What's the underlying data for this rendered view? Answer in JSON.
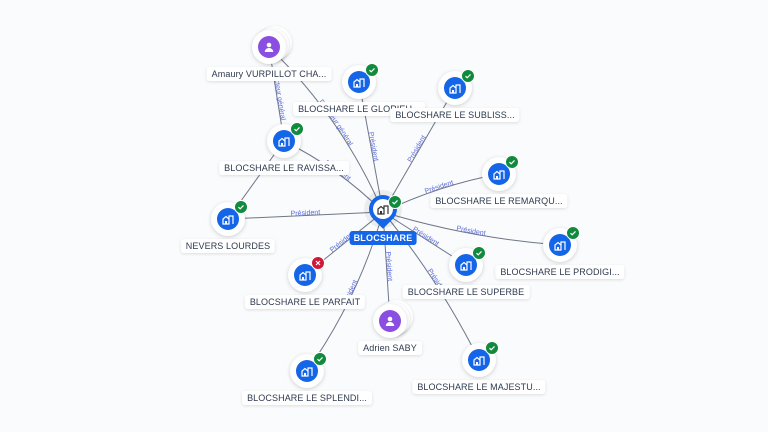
{
  "colors": {
    "company": "#1565e8",
    "person": "#8a4fe0",
    "status_ok": "#128a3e",
    "status_ko": "#d0183b",
    "edge": "#6f7688",
    "edge_label": "#5c6bd8"
  },
  "center": {
    "id": "c",
    "label": "BLOCSHARE",
    "type": "company",
    "icon": "building-icon",
    "status": "ok"
  },
  "nodes": [
    {
      "id": "amaury",
      "label": "Amaury VURPILLOT CHA...",
      "type": "person",
      "icon": "person-icon",
      "status": null
    },
    {
      "id": "glorieux",
      "label": "BLOCSHARE LE GLORIEU...",
      "type": "company",
      "icon": "building-icon",
      "status": "ok"
    },
    {
      "id": "sublis",
      "label": "BLOCSHARE LE SUBLISS...",
      "type": "company",
      "icon": "building-icon",
      "status": "ok"
    },
    {
      "id": "ravissa",
      "label": "BLOCSHARE LE RAVISSA...",
      "type": "company",
      "icon": "building-icon",
      "status": "ok"
    },
    {
      "id": "remarqu",
      "label": "BLOCSHARE LE REMARQU...",
      "type": "company",
      "icon": "building-icon",
      "status": "ok"
    },
    {
      "id": "nevers",
      "label": "NEVERS LOURDES",
      "type": "company",
      "icon": "building-icon",
      "status": "ok"
    },
    {
      "id": "prodigi",
      "label": "BLOCSHARE LE PRODIGI...",
      "type": "company",
      "icon": "building-icon",
      "status": "ok"
    },
    {
      "id": "parfait",
      "label": "BLOCSHARE LE PARFAIT",
      "type": "company",
      "icon": "building-icon",
      "status": "ko"
    },
    {
      "id": "superbe",
      "label": "BLOCSHARE LE SUPERBE",
      "type": "company",
      "icon": "building-icon",
      "status": "ok"
    },
    {
      "id": "saby",
      "label": "Adrien SABY",
      "type": "person",
      "icon": "person-icon",
      "status": null
    },
    {
      "id": "splendi",
      "label": "BLOCSHARE LE SPLENDI...",
      "type": "company",
      "icon": "building-icon",
      "status": "ok"
    },
    {
      "id": "majestu",
      "label": "BLOCSHARE LE MAJESTU...",
      "type": "company",
      "icon": "building-icon",
      "status": "ok"
    }
  ],
  "edges": [
    {
      "from": "amaury",
      "to": "c",
      "label": "Directeur général"
    },
    {
      "from": "amaury",
      "to": "ravissa",
      "label": "Directeur général"
    },
    {
      "from": "ravissa",
      "to": "nevers",
      "label": ""
    },
    {
      "from": "c",
      "to": "glorieux",
      "label": "Président"
    },
    {
      "from": "c",
      "to": "sublis",
      "label": "Président"
    },
    {
      "from": "c",
      "to": "ravissa",
      "label": "Président"
    },
    {
      "from": "c",
      "to": "remarqu",
      "label": "Président"
    },
    {
      "from": "c",
      "to": "nevers",
      "label": "Président"
    },
    {
      "from": "c",
      "to": "prodigi",
      "label": "Président"
    },
    {
      "from": "c",
      "to": "parfait",
      "label": "Président"
    },
    {
      "from": "c",
      "to": "superbe",
      "label": "Président"
    },
    {
      "from": "saby",
      "to": "c",
      "label": "Président"
    },
    {
      "from": "c",
      "to": "splendi",
      "label": "Président"
    },
    {
      "from": "c",
      "to": "majestu",
      "label": "Président"
    }
  ]
}
